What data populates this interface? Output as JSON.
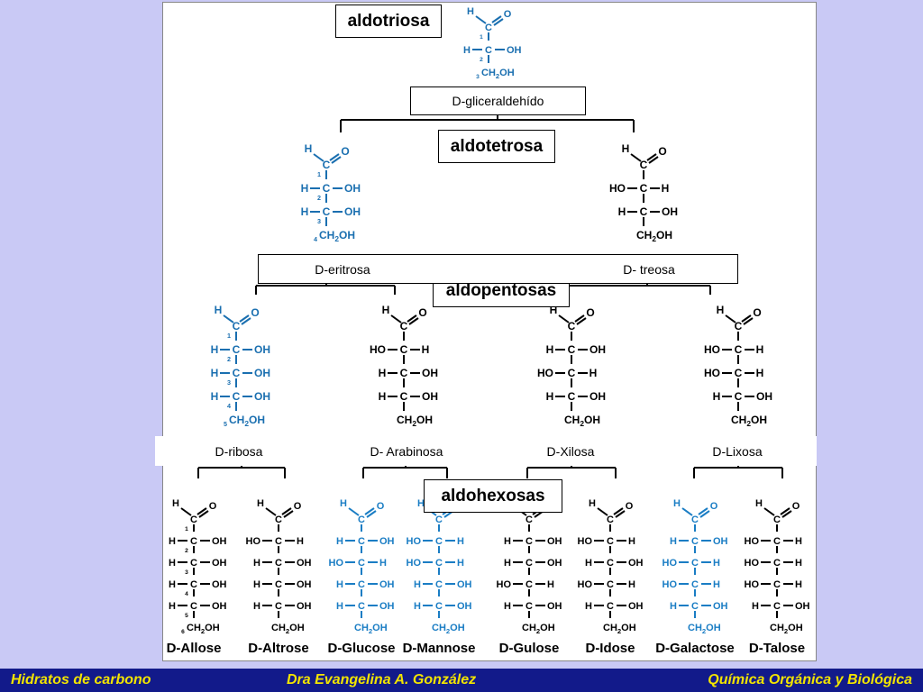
{
  "headers": {
    "aldotriosa": "aldotriosa",
    "aldotetrosa": "aldotetrosa",
    "aldopentosas": "aldopentosas",
    "aldohexosas": "aldohexosas"
  },
  "names": {
    "gliceraldehido": "D-gliceraldehído",
    "eritrosa": "D-eritrosa",
    "treosa": "D- treosa",
    "ribosa": "D-ribosa",
    "arabinosa": "D- Arabinosa",
    "xilosa": "D-Xilosa",
    "lixosa": "D-Lixosa"
  },
  "hexose_names": [
    "D-Allose",
    "D-Altrose",
    "D-Glucose",
    "D-Mannose",
    "D-Gulose",
    "D-Idose",
    "D-Galactose",
    "D-Talose"
  ],
  "footer": {
    "left": "Hidratos de carbono",
    "center": "Dra Evangelina A. González",
    "right": "Química Orgánica y Biológica"
  },
  "colors": {
    "background": "#c9c9f5",
    "footer_bar": "#121a8a",
    "footer_text": "#f2e400",
    "numbered_carbon_blue": "#1a6fb0",
    "glucose_blue": "#1a7dc4"
  }
}
